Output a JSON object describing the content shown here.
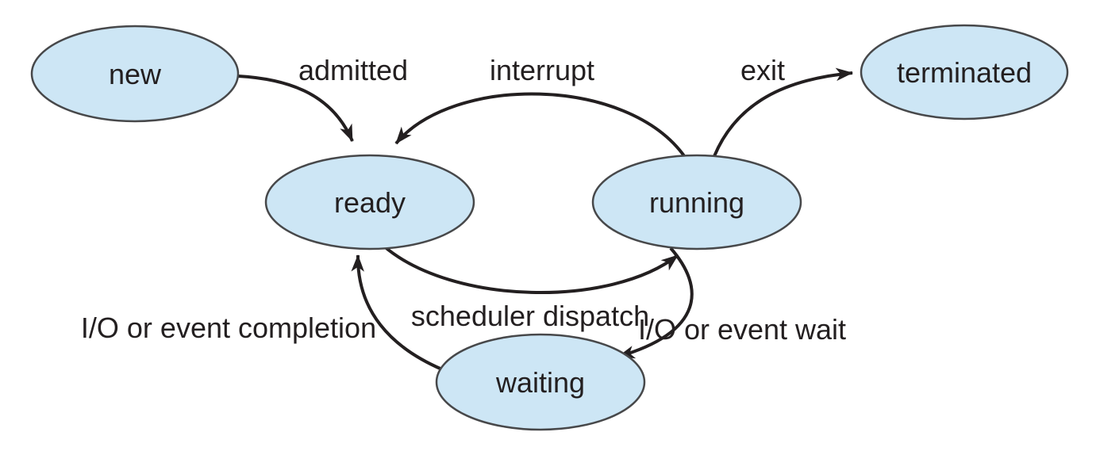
{
  "diagram": {
    "kind": "process-state-diagram",
    "colors": {
      "state_fill": "#cde6f5",
      "state_stroke": "#47484a",
      "arrow": "#231f20",
      "text": "#231f20",
      "background": "#ffffff"
    },
    "states": [
      {
        "id": "new",
        "label": "new"
      },
      {
        "id": "ready",
        "label": "ready"
      },
      {
        "id": "running",
        "label": "running"
      },
      {
        "id": "waiting",
        "label": "waiting"
      },
      {
        "id": "terminated",
        "label": "terminated"
      }
    ],
    "transitions": [
      {
        "from": "new",
        "to": "ready",
        "label": "admitted"
      },
      {
        "from": "running",
        "to": "ready",
        "label": "interrupt"
      },
      {
        "from": "running",
        "to": "terminated",
        "label": "exit"
      },
      {
        "from": "ready",
        "to": "running",
        "label": "scheduler dispatch"
      },
      {
        "from": "running",
        "to": "waiting",
        "label": "I/O or event wait"
      },
      {
        "from": "waiting",
        "to": "ready",
        "label": "I/O or event completion"
      }
    ]
  }
}
